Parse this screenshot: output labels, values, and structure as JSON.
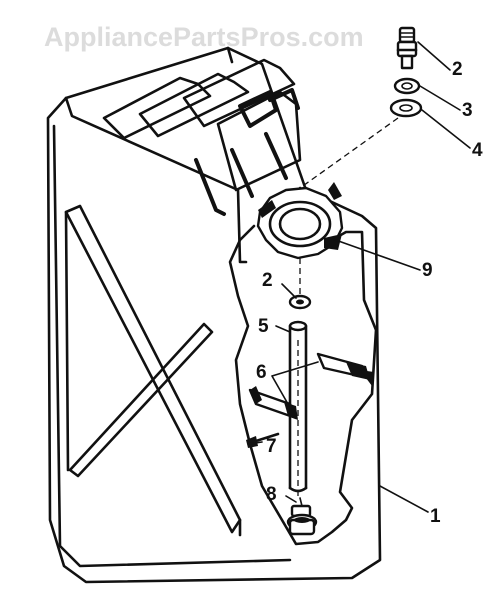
{
  "watermark": "AppliancePartsPros.com",
  "callouts": {
    "c1": "1",
    "c2_top": "2",
    "c2_mid": "2",
    "c3": "3",
    "c4": "4",
    "c5": "5",
    "c6": "6",
    "c7": "7",
    "c8": "8",
    "c9": "9"
  }
}
